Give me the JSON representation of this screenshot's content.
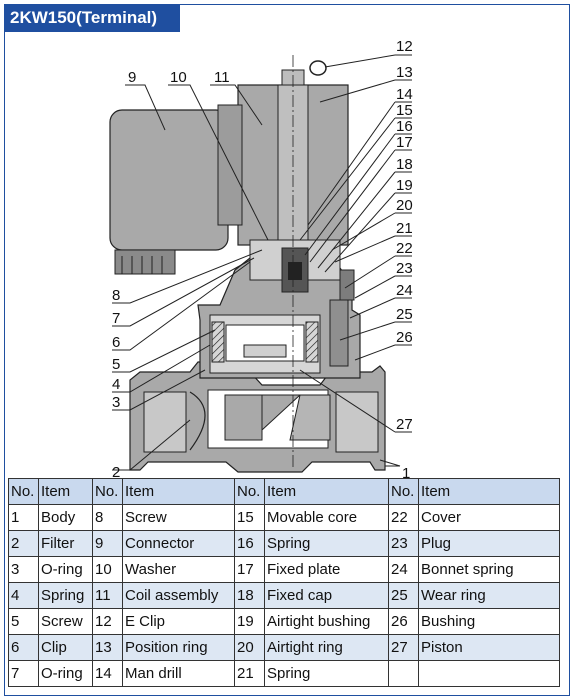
{
  "title": "2KW150(Terminal)",
  "callouts": [
    "1",
    "2",
    "3",
    "4",
    "5",
    "6",
    "7",
    "8",
    "9",
    "10",
    "11",
    "12",
    "13",
    "14",
    "15",
    "16",
    "17",
    "18",
    "19",
    "20",
    "21",
    "22",
    "23",
    "24",
    "25",
    "26",
    "27"
  ],
  "table": {
    "headers": [
      "No.",
      "Item",
      "No.",
      "Item",
      "No.",
      "Item",
      "No.",
      "Item"
    ],
    "rows": [
      [
        "1",
        "Body",
        "8",
        "Screw",
        "15",
        "Movable core",
        "22",
        "Cover"
      ],
      [
        "2",
        "Filter",
        "9",
        "Connector",
        "16",
        "Spring",
        "23",
        "Plug"
      ],
      [
        "3",
        "O-ring",
        "10",
        "Washer",
        "17",
        "Fixed plate",
        "24",
        "Bonnet spring"
      ],
      [
        "4",
        "Spring",
        "11",
        "Coil assembly",
        "18",
        "Fixed cap",
        "25",
        "Wear ring"
      ],
      [
        "5",
        "Screw",
        "12",
        "E Clip",
        "19",
        "Airtight bushing",
        "26",
        "Bushing"
      ],
      [
        "6",
        "Clip",
        "13",
        "Position ring",
        "20",
        "Airtight ring",
        "27",
        "Piston"
      ],
      [
        "7",
        "O-ring",
        "14",
        "Man drill",
        "21",
        "Spring",
        "",
        ""
      ]
    ]
  },
  "colors": {
    "brand_blue": "#1f4fa0",
    "header_row": "#c9d9ee",
    "alt_row": "#dde7f3",
    "metal_gray": "#a9a9a9"
  }
}
